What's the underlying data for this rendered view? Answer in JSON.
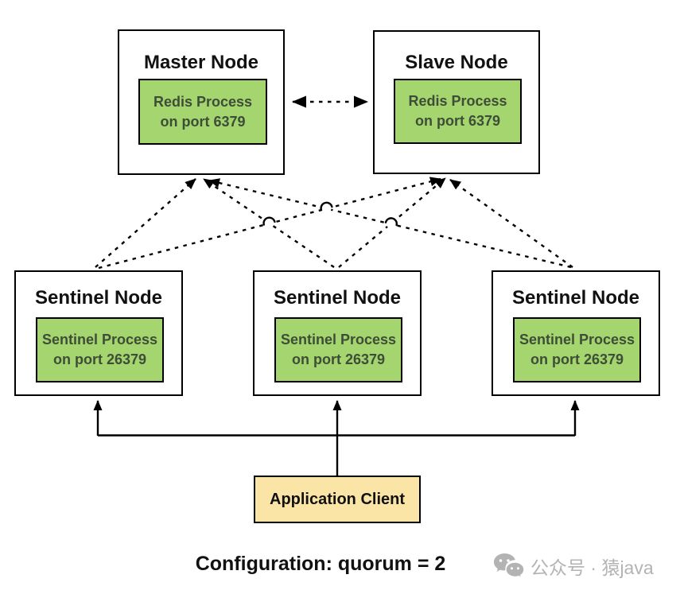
{
  "nodes": {
    "master": {
      "title": "Master Node",
      "process_line1": "Redis Process",
      "process_line2": "on port 6379"
    },
    "slave": {
      "title": "Slave Node",
      "process_line1": "Redis Process",
      "process_line2": "on port 6379"
    },
    "sentinel1": {
      "title": "Sentinel Node",
      "process_line1": "Sentinel Process",
      "process_line2": "on port 26379"
    },
    "sentinel2": {
      "title": "Sentinel Node",
      "process_line1": "Sentinel Process",
      "process_line2": "on port 26379"
    },
    "sentinel3": {
      "title": "Sentinel Node",
      "process_line1": "Sentinel Process",
      "process_line2": "on port 26379"
    },
    "client": {
      "title": "Application Client"
    }
  },
  "connections": [
    {
      "from": "master",
      "to": "slave",
      "style": "dashed",
      "bidirectional": true
    },
    {
      "from": "sentinel1",
      "to": "master",
      "style": "dashed",
      "bidirectional": false
    },
    {
      "from": "sentinel1",
      "to": "slave",
      "style": "dashed",
      "bidirectional": false
    },
    {
      "from": "sentinel2",
      "to": "master",
      "style": "dashed",
      "bidirectional": false
    },
    {
      "from": "sentinel2",
      "to": "slave",
      "style": "dashed",
      "bidirectional": false
    },
    {
      "from": "sentinel3",
      "to": "master",
      "style": "dashed",
      "bidirectional": false
    },
    {
      "from": "sentinel3",
      "to": "slave",
      "style": "dashed",
      "bidirectional": false
    },
    {
      "from": "client",
      "to": "sentinel1",
      "style": "solid",
      "bidirectional": false
    },
    {
      "from": "client",
      "to": "sentinel2",
      "style": "solid",
      "bidirectional": false
    },
    {
      "from": "client",
      "to": "sentinel3",
      "style": "solid",
      "bidirectional": false
    }
  ],
  "caption": "Configuration: quorum = 2",
  "watermark": {
    "icon": "wechat-icon",
    "text": "公众号 · 猿java"
  },
  "colors": {
    "background": "#ffffff",
    "node_border": "#000000",
    "process_fill": "#a4d56f",
    "process_text": "#3e4d37",
    "client_fill": "#fbe5a6",
    "connector": "#000000",
    "watermark": "#b3b3b3"
  }
}
